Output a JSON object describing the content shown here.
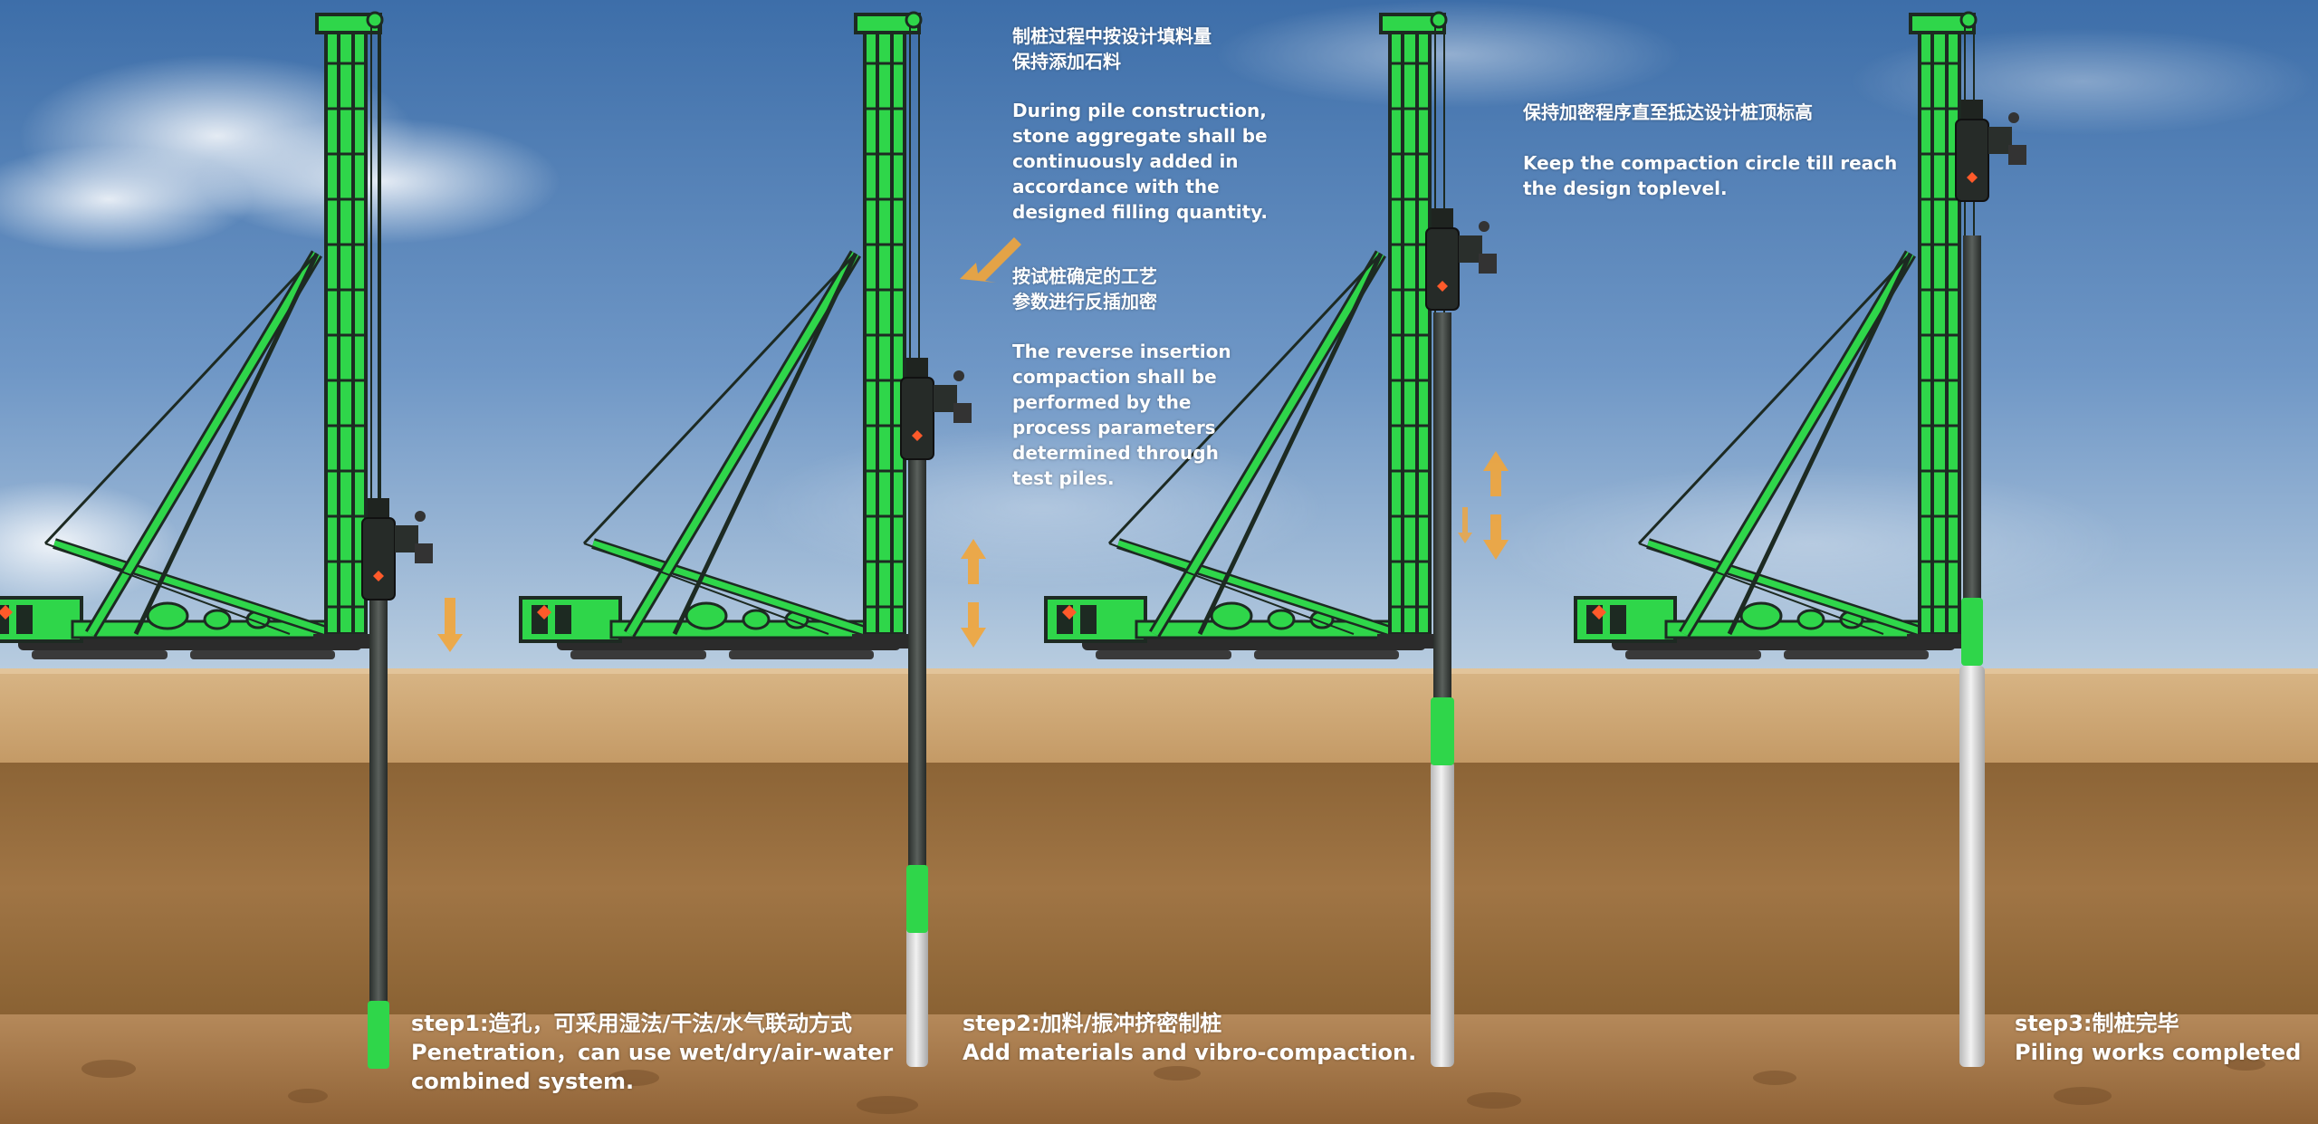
{
  "notes": {
    "add_aggregate_cn": [
      "制桩过程中按设计填料量",
      "保持添加石料"
    ],
    "add_aggregate_en": [
      "During pile construction,",
      "stone aggregate shall be",
      "continuously added in",
      "accordance with the",
      "designed filling quantity."
    ],
    "reverse_insertion_cn": [
      "按试桩确定的工艺",
      "参数进行反插加密"
    ],
    "reverse_insertion_en": [
      "The reverse insertion",
      "compaction shall be",
      "performed by the",
      "process parameters",
      "determined through",
      "test piles."
    ],
    "keep_compaction_cn": [
      "保持加密程序直至抵达设计桩顶标高"
    ],
    "keep_compaction_en": [
      "Keep the compaction circle till reach",
      "the design toplevel."
    ]
  },
  "steps": [
    {
      "title": "step1:造孔，可采用湿法/干法/水气联动方式",
      "description": [
        "Penetration，can use wet/dry/air-water",
        "combined system."
      ]
    },
    {
      "title": "step2:加料/振冲挤密制桩",
      "description": [
        "Add materials and vibro-compaction."
      ]
    },
    {
      "title": "step3:制桩完毕",
      "description": [
        "Piling works completed"
      ]
    }
  ],
  "colors": {
    "rig_green": "#2fd64a",
    "rig_dark": "#1f2a24",
    "pile_white": "#e4e4e4",
    "arrow_orange": "#f2a53a",
    "sky_top": "#3d6ea9",
    "soil_top": "#d3ac7a",
    "soil_mid": "#9a7040"
  }
}
